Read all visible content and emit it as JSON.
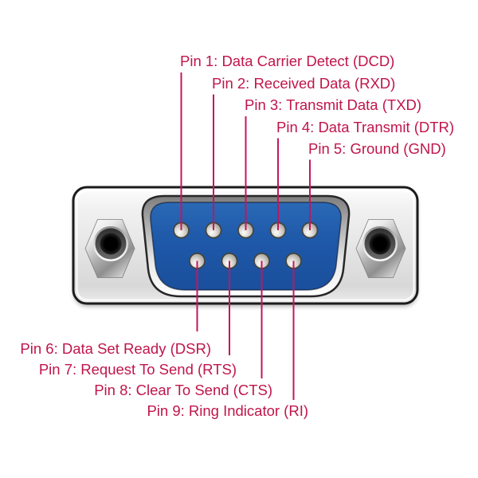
{
  "diagram": {
    "subject": "DB9 male serial connector pinout",
    "labels": {
      "top": [
        {
          "pin": "1",
          "text": "Pin 1: Data Carrier Detect (DCD)"
        },
        {
          "pin": "2",
          "text": "Pin 2: Received Data (RXD)"
        },
        {
          "pin": "3",
          "text": "Pin 3: Transmit Data (TXD)"
        },
        {
          "pin": "4",
          "text": "Pin 4: Data Transmit (DTR)"
        },
        {
          "pin": "5",
          "text": "Pin 5: Ground (GND)"
        }
      ],
      "bottom": [
        {
          "pin": "6",
          "text": "Pin 6: Data Set Ready (DSR)"
        },
        {
          "pin": "7",
          "text": "Pin 7: Request To Send (RTS)"
        },
        {
          "pin": "8",
          "text": "Pin 8: Clear To Send (CTS)"
        },
        {
          "pin": "9",
          "text": "Pin 9: Ring Indicator (RI)"
        }
      ]
    },
    "pin_layout": {
      "top_row_pins": 5,
      "bottom_row_pins": 4
    },
    "colors": {
      "label_text": "#C0154B",
      "leader_line": "#C4155F",
      "insulator_blue": "#1E58A8",
      "body_gray": "#E6E6E6",
      "body_border": "#1B1B1B",
      "nut_silver": "#C0C0C0",
      "screw_hole_black": "#0B0B0B",
      "background": "#FFFFFF"
    }
  }
}
